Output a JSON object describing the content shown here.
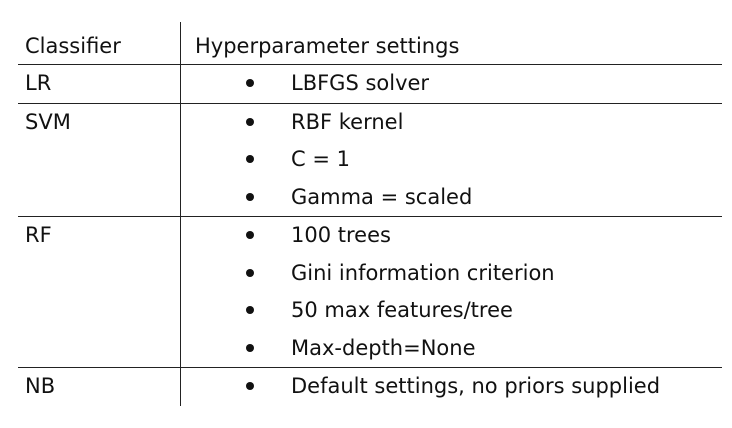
{
  "table": {
    "headers": {
      "classifier": "Classifier",
      "settings": "Hyperparameter settings"
    },
    "rows": [
      {
        "classifier": "LR",
        "settings": [
          "LBFGS solver"
        ]
      },
      {
        "classifier": "SVM",
        "settings": [
          "RBF kernel",
          "C = 1",
          "Gamma = scaled"
        ]
      },
      {
        "classifier": "RF",
        "settings": [
          "100 trees",
          "Gini information criterion",
          "50 max features/tree",
          "Max-depth=None"
        ]
      },
      {
        "classifier": "NB",
        "settings": [
          "Default settings, no priors supplied"
        ]
      }
    ]
  }
}
